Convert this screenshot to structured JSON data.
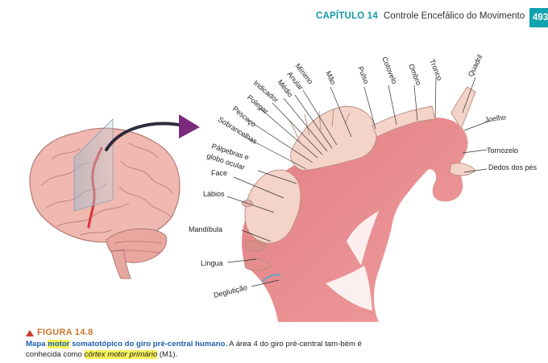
{
  "header": {
    "chapter": "CAPÍTULO 14",
    "title": "Controle Encefálico do Movimento",
    "page_number": "493"
  },
  "figure": {
    "labels": [
      {
        "key": "quadril",
        "text": "Quadril"
      },
      {
        "key": "tronco",
        "text": "Tronco"
      },
      {
        "key": "ombro",
        "text": "Ombro"
      },
      {
        "key": "cotovelo",
        "text": "Cotovelo"
      },
      {
        "key": "pulso",
        "text": "Pulso"
      },
      {
        "key": "mao",
        "text": "Mão"
      },
      {
        "key": "minimo",
        "text": "Mínimo"
      },
      {
        "key": "anular",
        "text": "Anular"
      },
      {
        "key": "medio",
        "text": "Médio"
      },
      {
        "key": "indicador",
        "text": "Indicador"
      },
      {
        "key": "polegar",
        "text": "Polegar"
      },
      {
        "key": "pescoco",
        "text": "Pescoço"
      },
      {
        "key": "sobrancelhas",
        "text": "Sobrancelhas"
      },
      {
        "key": "palpebras",
        "text": "Pálpebras e"
      },
      {
        "key": "globo",
        "text": "globo ocular"
      },
      {
        "key": "face",
        "text": "Face"
      },
      {
        "key": "labios",
        "text": "Lábios"
      },
      {
        "key": "mandibula",
        "text": "Mandíbula"
      },
      {
        "key": "lingua",
        "text": "Língua"
      },
      {
        "key": "degluticao",
        "text": "Deglutição"
      },
      {
        "key": "joelho",
        "text": "Joelho"
      },
      {
        "key": "tornozelo",
        "text": "Tornozelo"
      },
      {
        "key": "dedos",
        "text": "Dedos dos pés"
      }
    ]
  },
  "caption": {
    "figure_label": "FIGURA 14.8",
    "title_part1": "Mapa",
    "title_highlight": "motor",
    "title_part2": "somatotópico do giro pré-central humano.",
    "body_part1": "A área 4 do giro pré-central tam-bém é conhecida como",
    "body_highlight": "córtex motor primário",
    "body_part2": "(M1)."
  },
  "colors": {
    "accent_teal": "#0f9aa6",
    "figure_label": "#c8752a",
    "caption_title": "#1b5fae",
    "cortex_pink": "#e8868a",
    "brain_pink": "#efb8b0",
    "highlight": "#f8f25a"
  }
}
